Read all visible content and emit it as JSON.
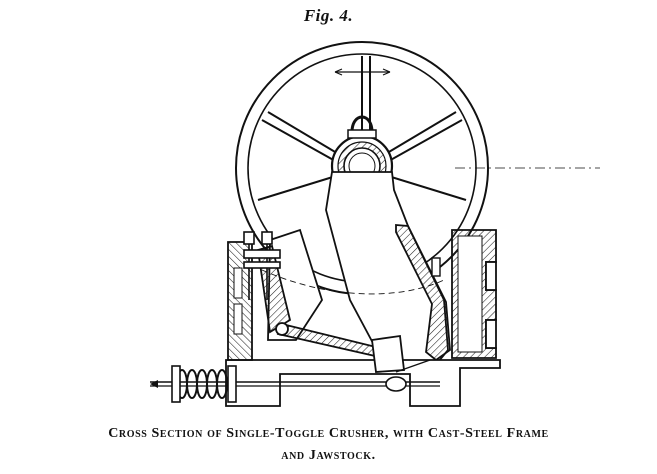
{
  "figure": {
    "label": "Fig. 4.",
    "caption_line1": "Cross Section of Single-Toggle Crusher, with Cast-Steel Frame",
    "caption_line2": "and Jawstock."
  },
  "colors": {
    "ink": "#111111",
    "paper": "#ffffff",
    "hatch": "#222222"
  },
  "icons": [
    "flywheel-icon",
    "eccentric-shaft-icon",
    "toggle-plate-icon",
    "tension-spring-icon"
  ]
}
